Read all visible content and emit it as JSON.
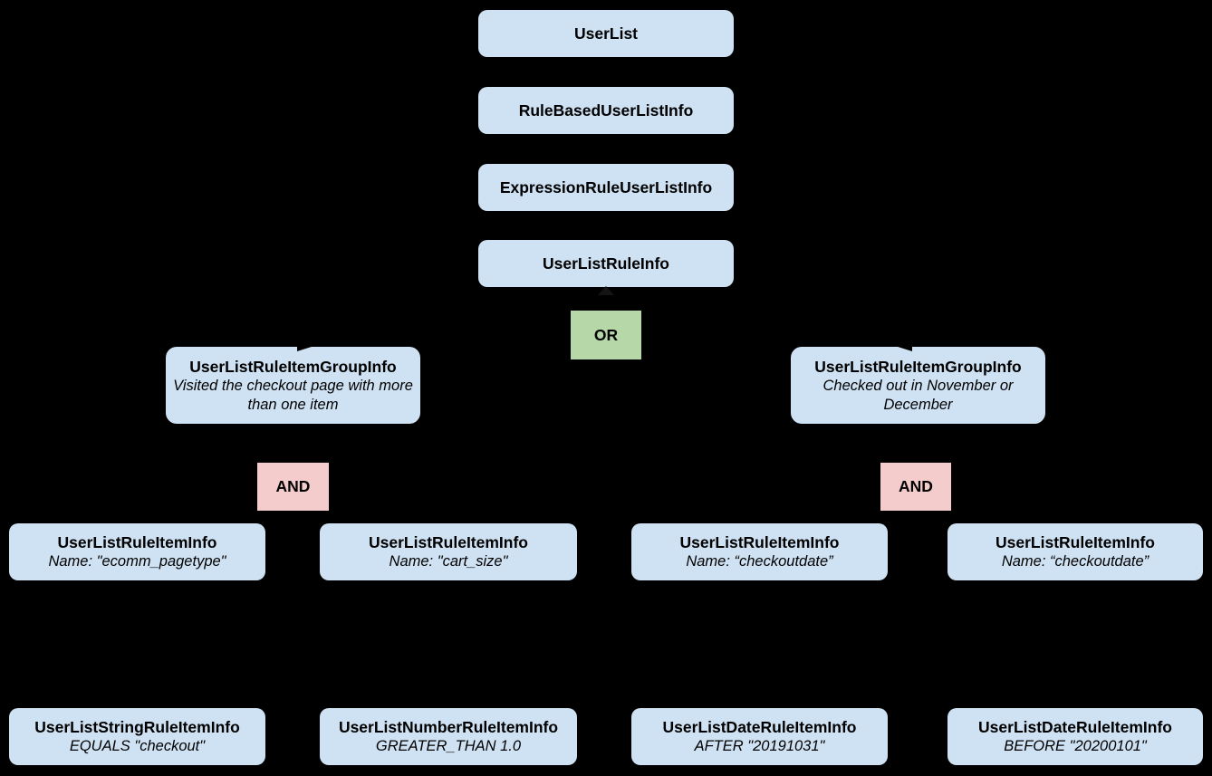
{
  "colors": {
    "background": "#000000",
    "node_fill": "#cfe2f3",
    "or_fill": "#b6d7a8",
    "and_fill": "#f4cccc",
    "text": "#000000"
  },
  "diagram": {
    "chain": [
      {
        "label": "UserList"
      },
      {
        "label": "RuleBasedUserListInfo"
      },
      {
        "label": "ExpressionRuleUserListInfo"
      },
      {
        "label": "UserListRuleInfo"
      }
    ],
    "or_label": "OR",
    "groups": [
      {
        "title": "UserListRuleItemGroupInfo",
        "description": "Visited the checkout page with more than one item",
        "operator_label": "AND",
        "items": [
          {
            "title": "UserListRuleItemInfo",
            "subtitle": "Name: \"ecomm_pagetype\""
          },
          {
            "title": "UserListRuleItemInfo",
            "subtitle": "Name: \"cart_size\""
          }
        ]
      },
      {
        "title": "UserListRuleItemGroupInfo",
        "description": "Checked out in November or December",
        "operator_label": "AND",
        "items": [
          {
            "title": "UserListRuleItemInfo",
            "subtitle": "Name: “checkoutdate”"
          },
          {
            "title": "UserListRuleItemInfo",
            "subtitle": "Name: “checkoutdate”"
          }
        ]
      }
    ],
    "leaves": [
      {
        "title": "UserListStringRuleItemInfo",
        "subtitle": "EQUALS \"checkout\""
      },
      {
        "title": "UserListNumberRuleItemInfo",
        "subtitle": "GREATER_THAN 1.0"
      },
      {
        "title": "UserListDateRuleItemInfo",
        "subtitle": "AFTER \"20191031\""
      },
      {
        "title": "UserListDateRuleItemInfo",
        "subtitle": "BEFORE \"20200101\""
      }
    ]
  }
}
